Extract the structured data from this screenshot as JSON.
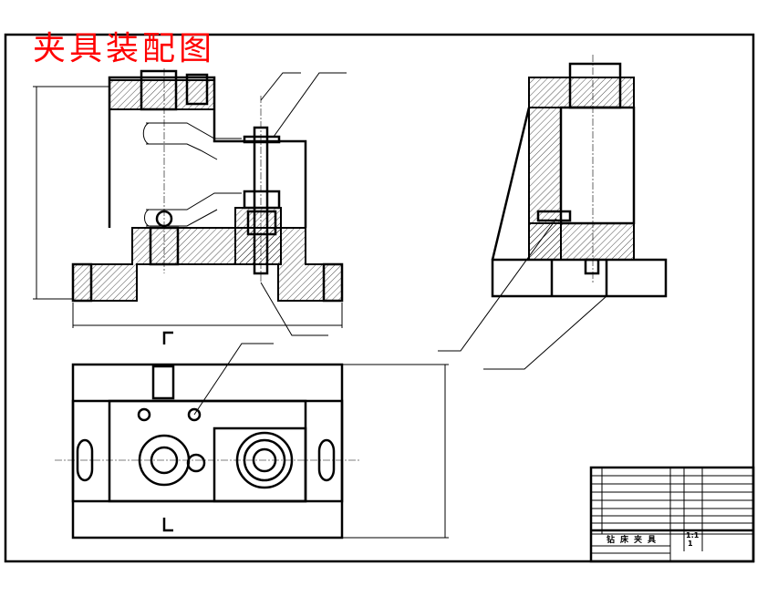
{
  "drawing": {
    "title": "夹具装配图",
    "title_block": {
      "name": "钻床夹具",
      "scale": "1:1",
      "quantity": "1"
    }
  }
}
